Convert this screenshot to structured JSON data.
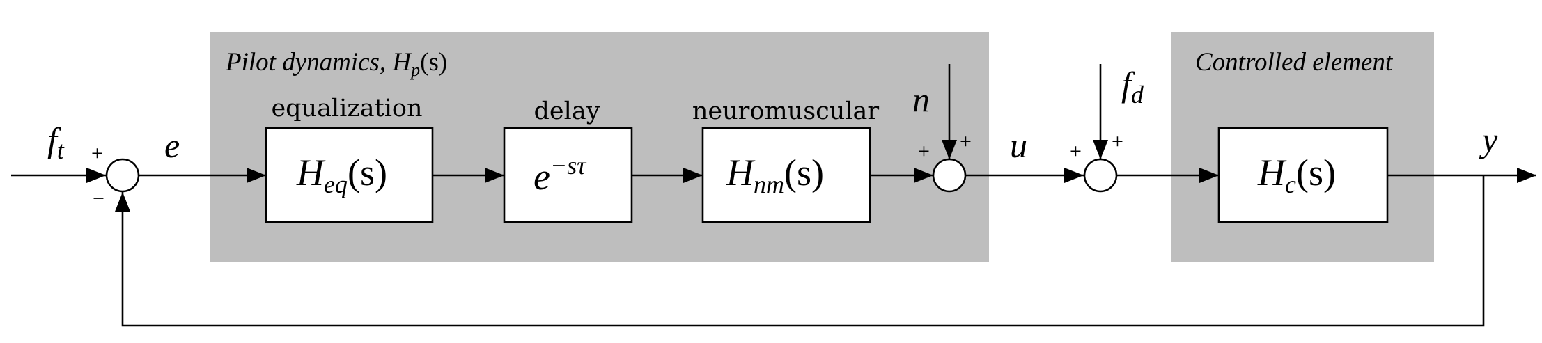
{
  "groups": {
    "pilot": {
      "title": "Pilot dynamics, ",
      "tf_base": "H",
      "tf_sub": "p",
      "tf_arg": "(s)"
    },
    "controlled": {
      "title": "Controlled element"
    }
  },
  "blocks": {
    "equalization": {
      "label": "equalization",
      "tf_base": "H",
      "tf_sub": "eq",
      "tf_arg": "(s)"
    },
    "delay": {
      "label": "delay",
      "tf_base": "e",
      "tf_sup": "−sτ"
    },
    "neuromuscular": {
      "label": "neuromuscular",
      "tf_base": "H",
      "tf_sub": "nm",
      "tf_arg": "(s)"
    },
    "plant": {
      "tf_base": "H",
      "tf_sub": "c",
      "tf_arg": "(s)"
    }
  },
  "signals": {
    "target": {
      "base": "f",
      "sub": "t"
    },
    "error": "e",
    "noise": "n",
    "control": "u",
    "disturbance": {
      "base": "f",
      "sub": "d"
    },
    "output": "y"
  },
  "signs": {
    "sum1_top": "+",
    "sum1_bottom": "−",
    "sum2_left": "+",
    "sum2_top": "+",
    "sum3_left": "+",
    "sum3_top": "+"
  }
}
